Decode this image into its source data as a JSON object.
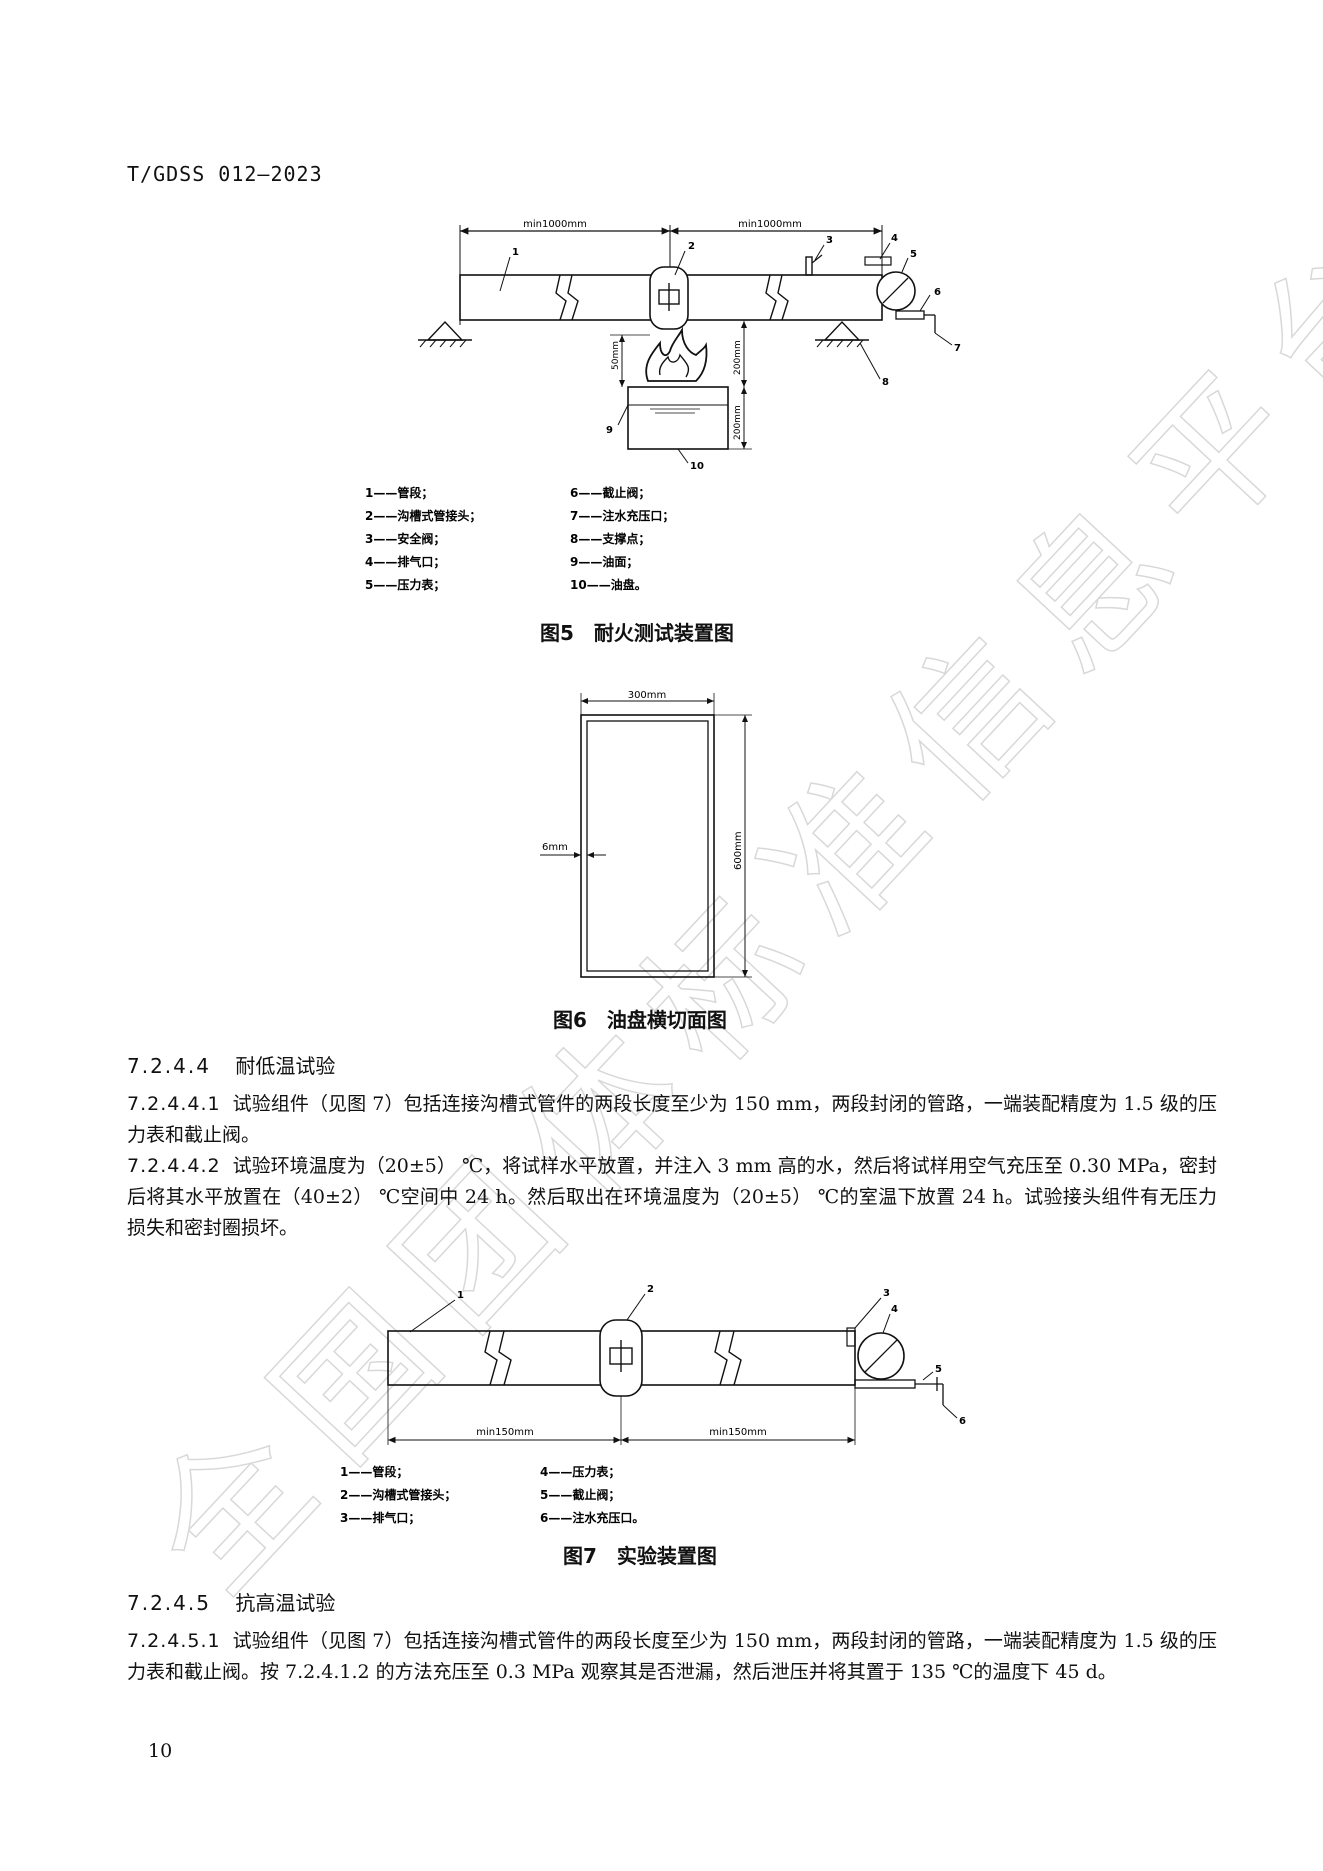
{
  "doc_id": "T/GDSS 012—2023",
  "page_number": "10",
  "fig5": {
    "caption": "图5　耐火测试装置图",
    "dim_left": "min1000mm",
    "dim_right": "min1000mm",
    "dim_50": "50mm",
    "dim_200a": "200mm",
    "dim_200b": "200mm",
    "legend": [
      "1——管段；",
      "2——沟槽式管接头；",
      "3——安全阀；",
      "4——排气口；",
      "5——压力表；",
      "6——截止阀；",
      "7——注水充压口；",
      "8——支撑点；",
      "9——油面；",
      "10——油盘。"
    ],
    "callouts": [
      "1",
      "2",
      "3",
      "4",
      "5",
      "6",
      "7",
      "8",
      "9",
      "10"
    ]
  },
  "fig6": {
    "caption": "图6　油盘横切面图",
    "dim_width": "300mm",
    "dim_height": "600mm",
    "dim_wall": "6mm"
  },
  "section_7244": {
    "number": "7.2.4.4",
    "title": "耐低温试验",
    "p1_num": "7.2.4.4.1",
    "p1_text": "试验组件（见图 7）包括连接沟槽式管件的两段长度至少为 150 mm，两段封闭的管路，一端装配精度为 1.5 级的压力表和截止阀。",
    "p2_num": "7.2.4.4.2",
    "p2_text": "试验环境温度为（20±5） ℃，将试样水平放置，并注入 3 mm 高的水，然后将试样用空气充压至 0.30 MPa，密封后将其水平放置在（40±2） ℃空间中 24 h。然后取出在环境温度为（20±5） ℃的室温下放置 24 h。试验接头组件有无压力损失和密封圈损坏。"
  },
  "fig7": {
    "caption": "图7　实验装置图",
    "dim_left": "min150mm",
    "dim_right": "min150mm",
    "legend": [
      "1——管段；",
      "2——沟槽式管接头；",
      "3——排气口；",
      "4——压力表；",
      "5——截止阀；",
      "6——注水充压口。"
    ],
    "callouts": [
      "1",
      "2",
      "3",
      "4",
      "5",
      "6"
    ]
  },
  "section_7245": {
    "number": "7.2.4.5",
    "title": "抗高温试验",
    "p1_num": "7.2.4.5.1",
    "p1_text": "试验组件（见图 7）包括连接沟槽式管件的两段长度至少为 150 mm，两段封闭的管路，一端装配精度为 1.5 级的压力表和截止阀。按 7.2.4.1.2 的方法充压至 0.3 MPa 观察其是否泄漏，然后泄压并将其置于 135 ℃的温度下 45 d。"
  },
  "watermark": "全国团体标准信息平台"
}
